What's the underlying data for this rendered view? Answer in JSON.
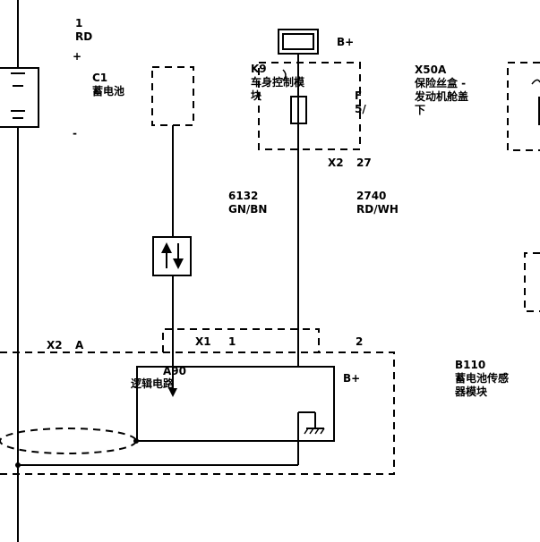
{
  "battery": {
    "pin": "1",
    "wire_color": "RD",
    "plus_sign": "+",
    "minus_sign": "-",
    "ref": "C1",
    "name": "蓄电池"
  },
  "bcm": {
    "supply": "B+",
    "ref": "K9",
    "name_line1": "车身控制模",
    "name_line2": "块"
  },
  "fuse": {
    "ref_partial": "F",
    "rating_partial": "5/"
  },
  "fuse_box": {
    "ref": "X50A",
    "name_line1": "保险丝盒 -",
    "name_line2": "发动机舱盖",
    "name_line3": "下"
  },
  "connector_bcm": {
    "ref": "X2",
    "pin": "27"
  },
  "wire_left": {
    "circuit": "6132",
    "color": "GN/BN"
  },
  "wire_right": {
    "circuit": "2740",
    "color": "RD/WH"
  },
  "sensor_connector": {
    "x2_ref": "X2",
    "x2_pin": "A",
    "x1_ref": "X1",
    "x1_pin": "1",
    "pin2": "2"
  },
  "logic": {
    "ref": "A90",
    "name": "逻辑电路"
  },
  "sensor_module": {
    "supply": "B+",
    "ref": "B110",
    "name_line1": "蓄电池传感",
    "name_line2": "器模块"
  }
}
